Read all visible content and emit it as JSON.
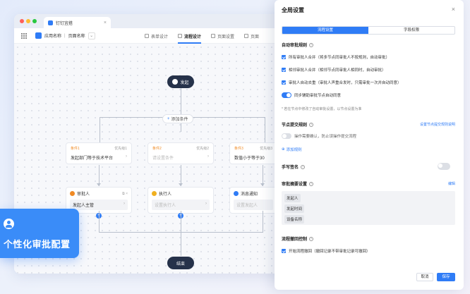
{
  "browser": {
    "tab_title": "钉钉宜搭",
    "breadcrumb_app": "应用名称",
    "breadcrumb_sep": "|",
    "breadcrumb_page": "页面名称",
    "nav_tabs": [
      {
        "label": "表单设计"
      },
      {
        "label": "流程设计"
      },
      {
        "label": "页面设置"
      },
      {
        "label": "页面"
      }
    ]
  },
  "flow": {
    "start_label": "发起",
    "add_condition": "添加条件",
    "conditions": [
      {
        "title": "条件1",
        "priority": "优先级1",
        "body": "发起部门等于技术平台"
      },
      {
        "title": "条件2",
        "priority": "优先级2",
        "body": "请设置条件"
      },
      {
        "title": "条件3",
        "priority": "优先级3",
        "body": "数值小于等于30"
      }
    ],
    "nodes": [
      {
        "title": "审批人",
        "body": "发起人主管"
      },
      {
        "title": "执行人",
        "body": "设置执行人"
      },
      {
        "title": "消息通知",
        "body": "设置发起人"
      }
    ],
    "end_label": "结束"
  },
  "banner": {
    "text": "个性化审批配置"
  },
  "panel": {
    "title": "全局设置",
    "close": "×",
    "segments": [
      "流程设置",
      "字段权限"
    ],
    "auto_approve": {
      "title": "自动审批规则",
      "rules": [
        "所有审批人合并（将多节点同审批人不按规则，自动审批）",
        "相邻审批人合并（相邻节点同审批人相同时，自动审批）",
        "审批人自动去重（审批人声重合发时，只需审批一次并自动同意）"
      ],
      "toggle_label": "同步辅助审批节点自动同意",
      "note": "* 若在节点中修改了自动审批设置，以节点设置为准"
    },
    "node_commit": {
      "title": "节点提交规则",
      "link": "设置节点提交规则说明",
      "toggle_label": "操作需要确认，防止误操作提交流程",
      "add_rule": "添加规则"
    },
    "signature": {
      "title": "手写签名"
    },
    "summary": {
      "title": "审批摘要设置",
      "link": "编辑",
      "tags": [
        "发起人",
        "发起时间",
        "设备名称"
      ]
    },
    "rollback": {
      "title": "流程撤回控制",
      "rule": "开始流程撤回（撤回记录不带审批记录可撤回）"
    },
    "buttons": {
      "cancel": "取消",
      "save": "保存"
    }
  },
  "colors": {
    "primary": "#2f7cf6",
    "node_dark": "#26324a",
    "condition_title": "#f08a24",
    "approver_icon": "#f08a24",
    "executor_icon": "#f0b020",
    "notify_icon": "#2f7cf6"
  }
}
